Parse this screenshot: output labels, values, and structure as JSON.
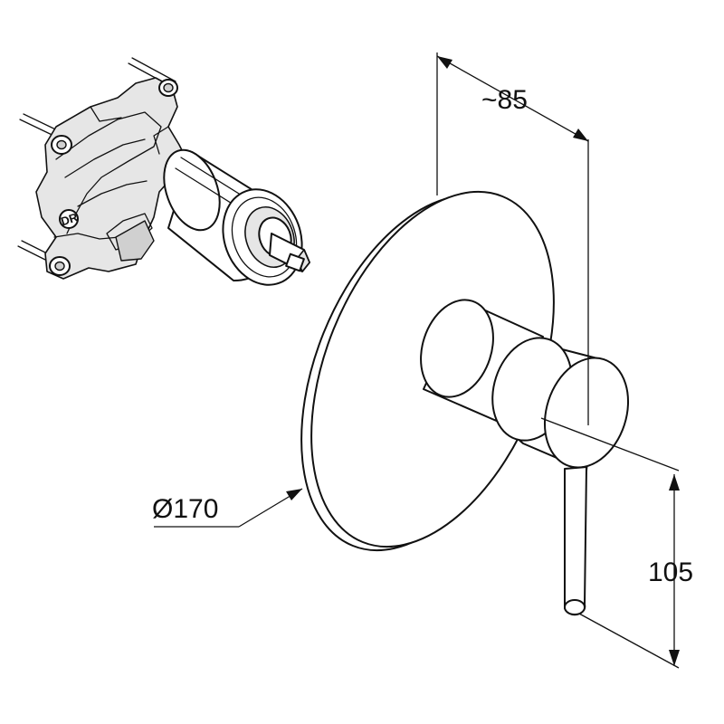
{
  "dimensions": {
    "depth_label": "~85",
    "diameter_label": "Ø170",
    "height_label": "105"
  },
  "valve_body": {
    "stamp_text": "DR"
  },
  "colors": {
    "line": "#111111",
    "background": "#ffffff",
    "shade": "#e6e6e6"
  }
}
